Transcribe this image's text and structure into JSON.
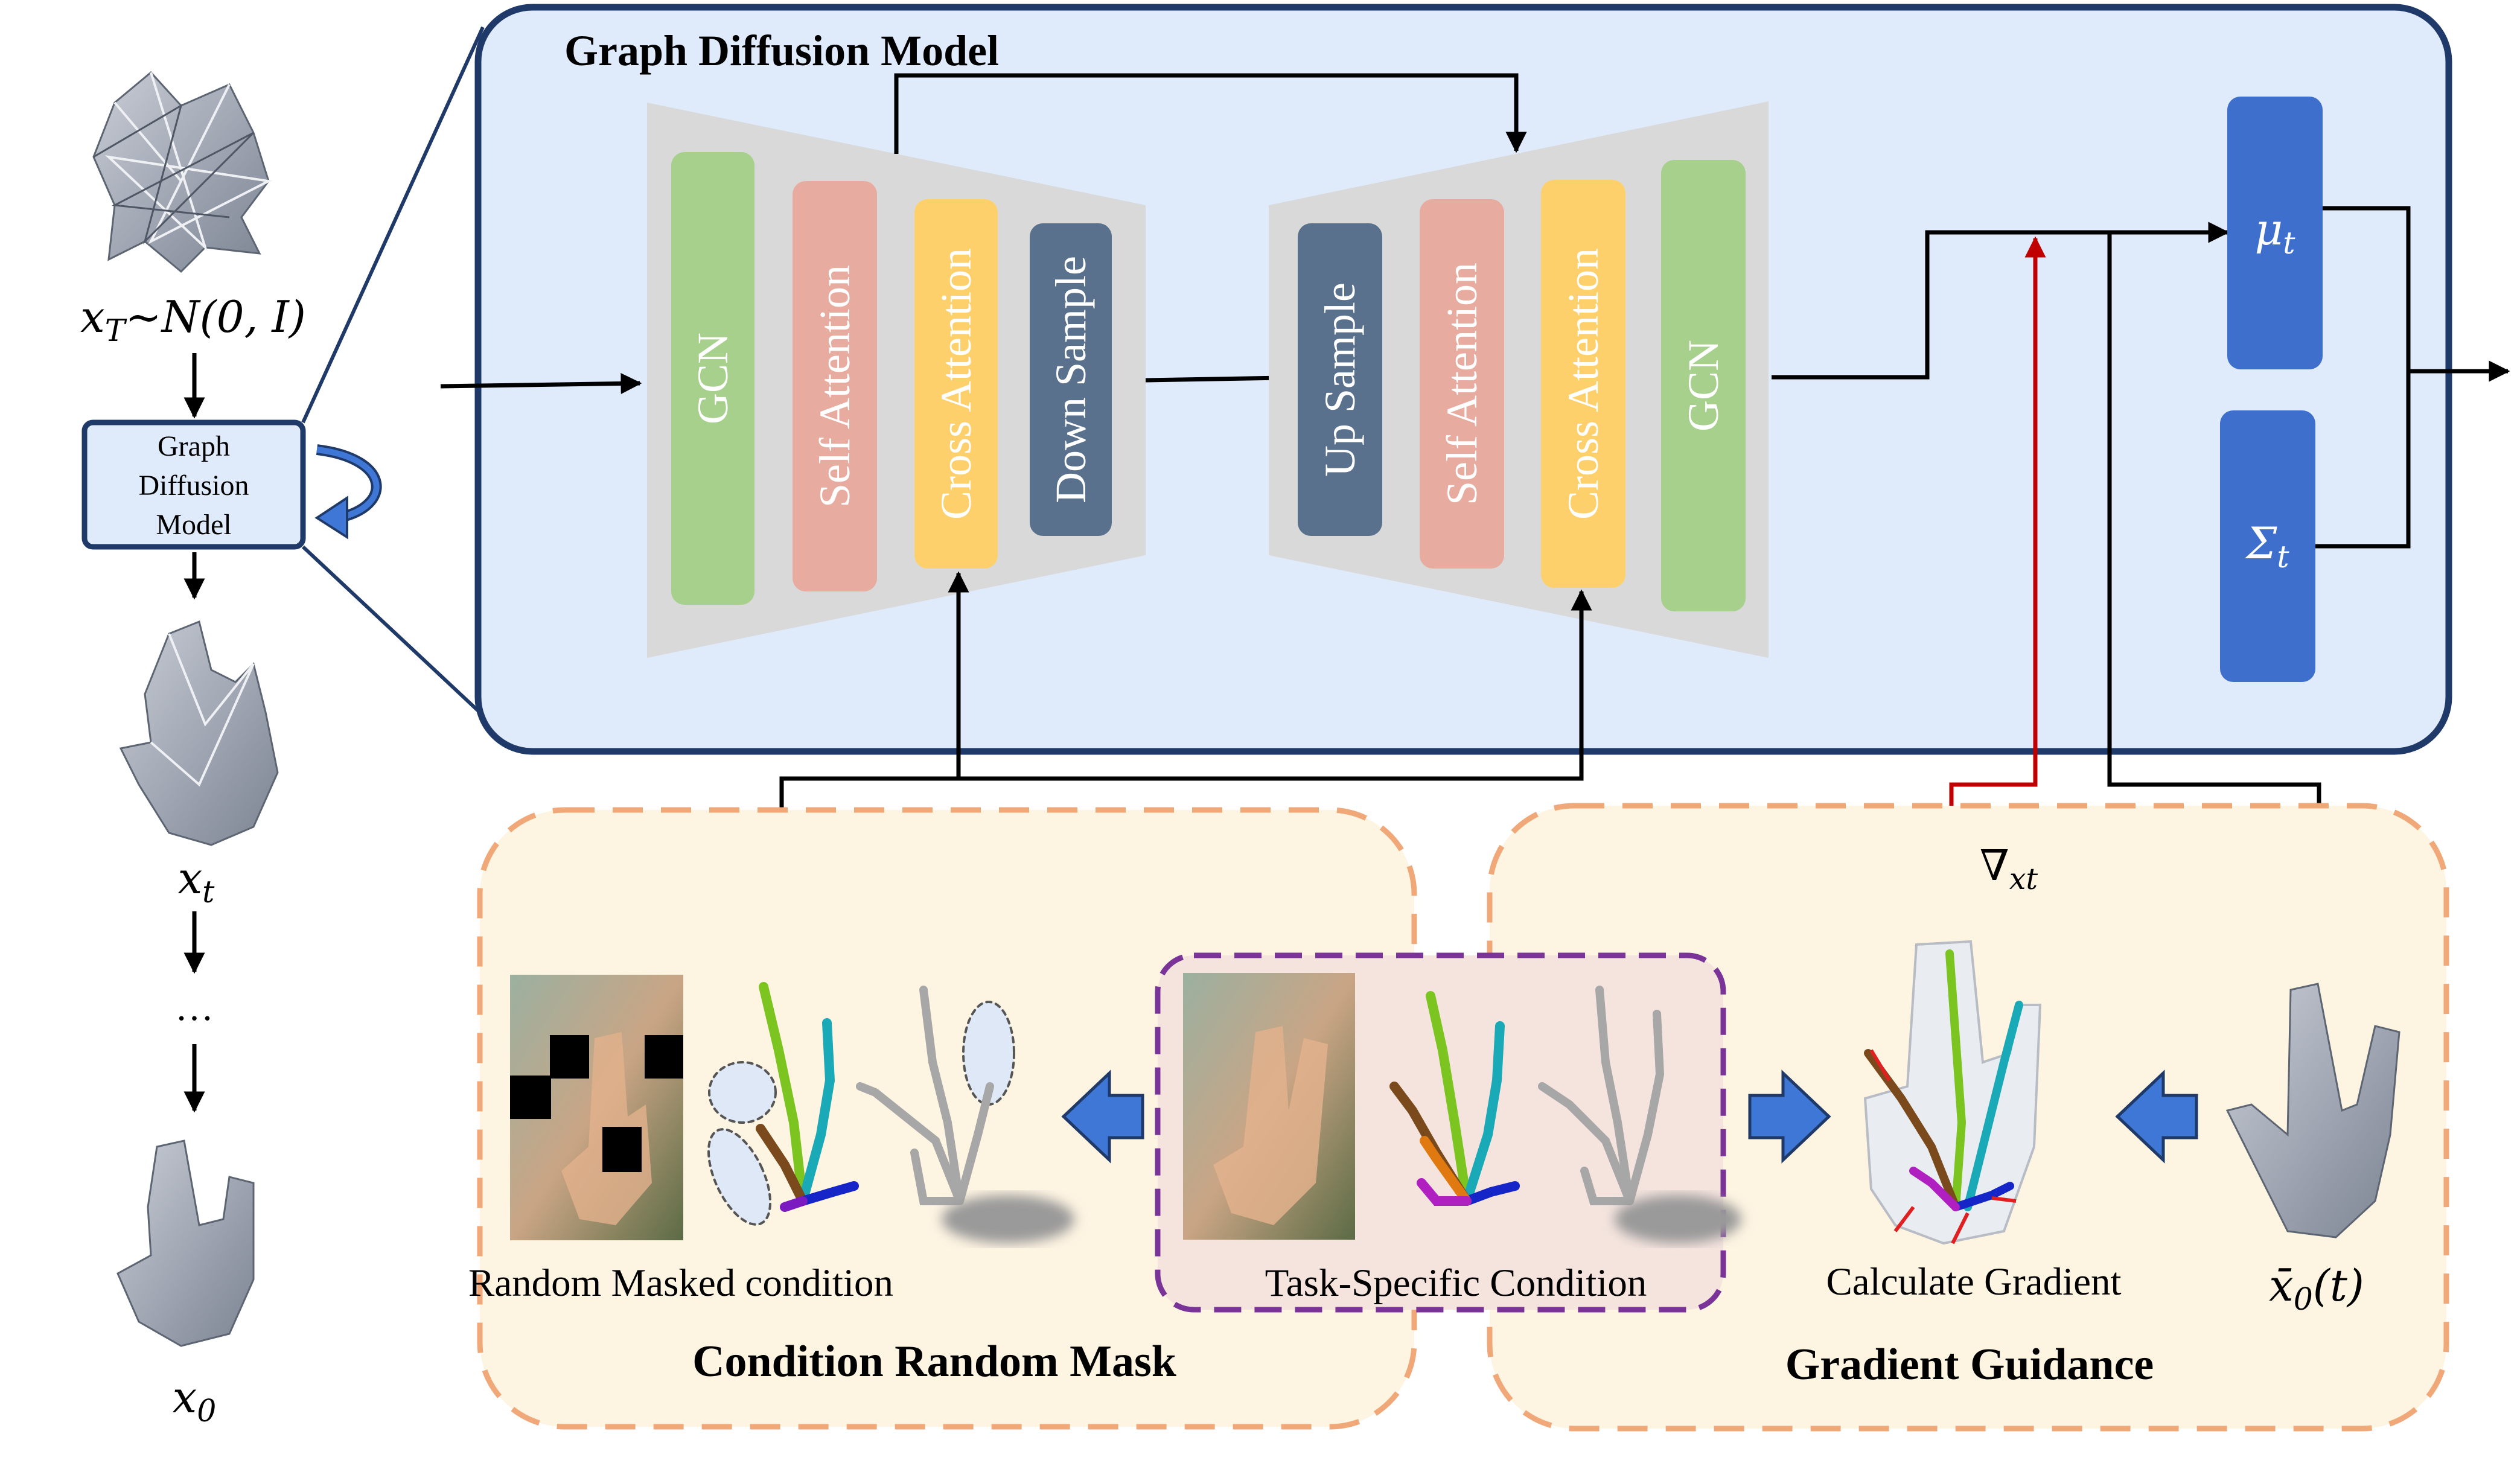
{
  "left_column": {
    "noise_label": "x_T~N(0,I)",
    "small_box_label": [
      "Graph",
      "Diffusion",
      "Model"
    ],
    "xt_label": "x_t",
    "ellipsis": "…",
    "x0_label": "x_0"
  },
  "gdm": {
    "title": "Graph Diffusion Model",
    "encoder_blocks": [
      "GCN",
      "Self Attention",
      "Cross Attention",
      "Down Sample"
    ],
    "decoder_blocks": [
      "Up Sample",
      "Self Attention",
      "Cross Attention",
      "GCN"
    ],
    "mu_label": "μ_t",
    "sigma_label": "Σ_t"
  },
  "crm": {
    "title": "Condition Random Mask",
    "caption": "Random Masked condition"
  },
  "tsc": {
    "caption": "Task-Specific Condition"
  },
  "gg": {
    "title": "Gradient Guidance",
    "caption": "Calculate Gradient",
    "grad_label": "∇_{x_t}",
    "x0bar_label": "x̄_0(t)"
  },
  "colors": {
    "gdm_fill": "#dfeafb",
    "gdm_stroke": "#1f3a68",
    "trapezoid": "#d9d9d9",
    "gcn": "#a6d08c",
    "self_attention": "#e8aba0",
    "cross_attention": "#fdd06c",
    "sample": "#5a718e",
    "mu_sigma": "#3f6fcd",
    "panel_fill": "#fef4e2",
    "panel_stroke": "#f0a878",
    "tsc_fill": "#f5e4de",
    "tsc_stroke": "#7a3498",
    "gradient_arrow": "#c00000",
    "block_arrow": "#3f77d6"
  }
}
